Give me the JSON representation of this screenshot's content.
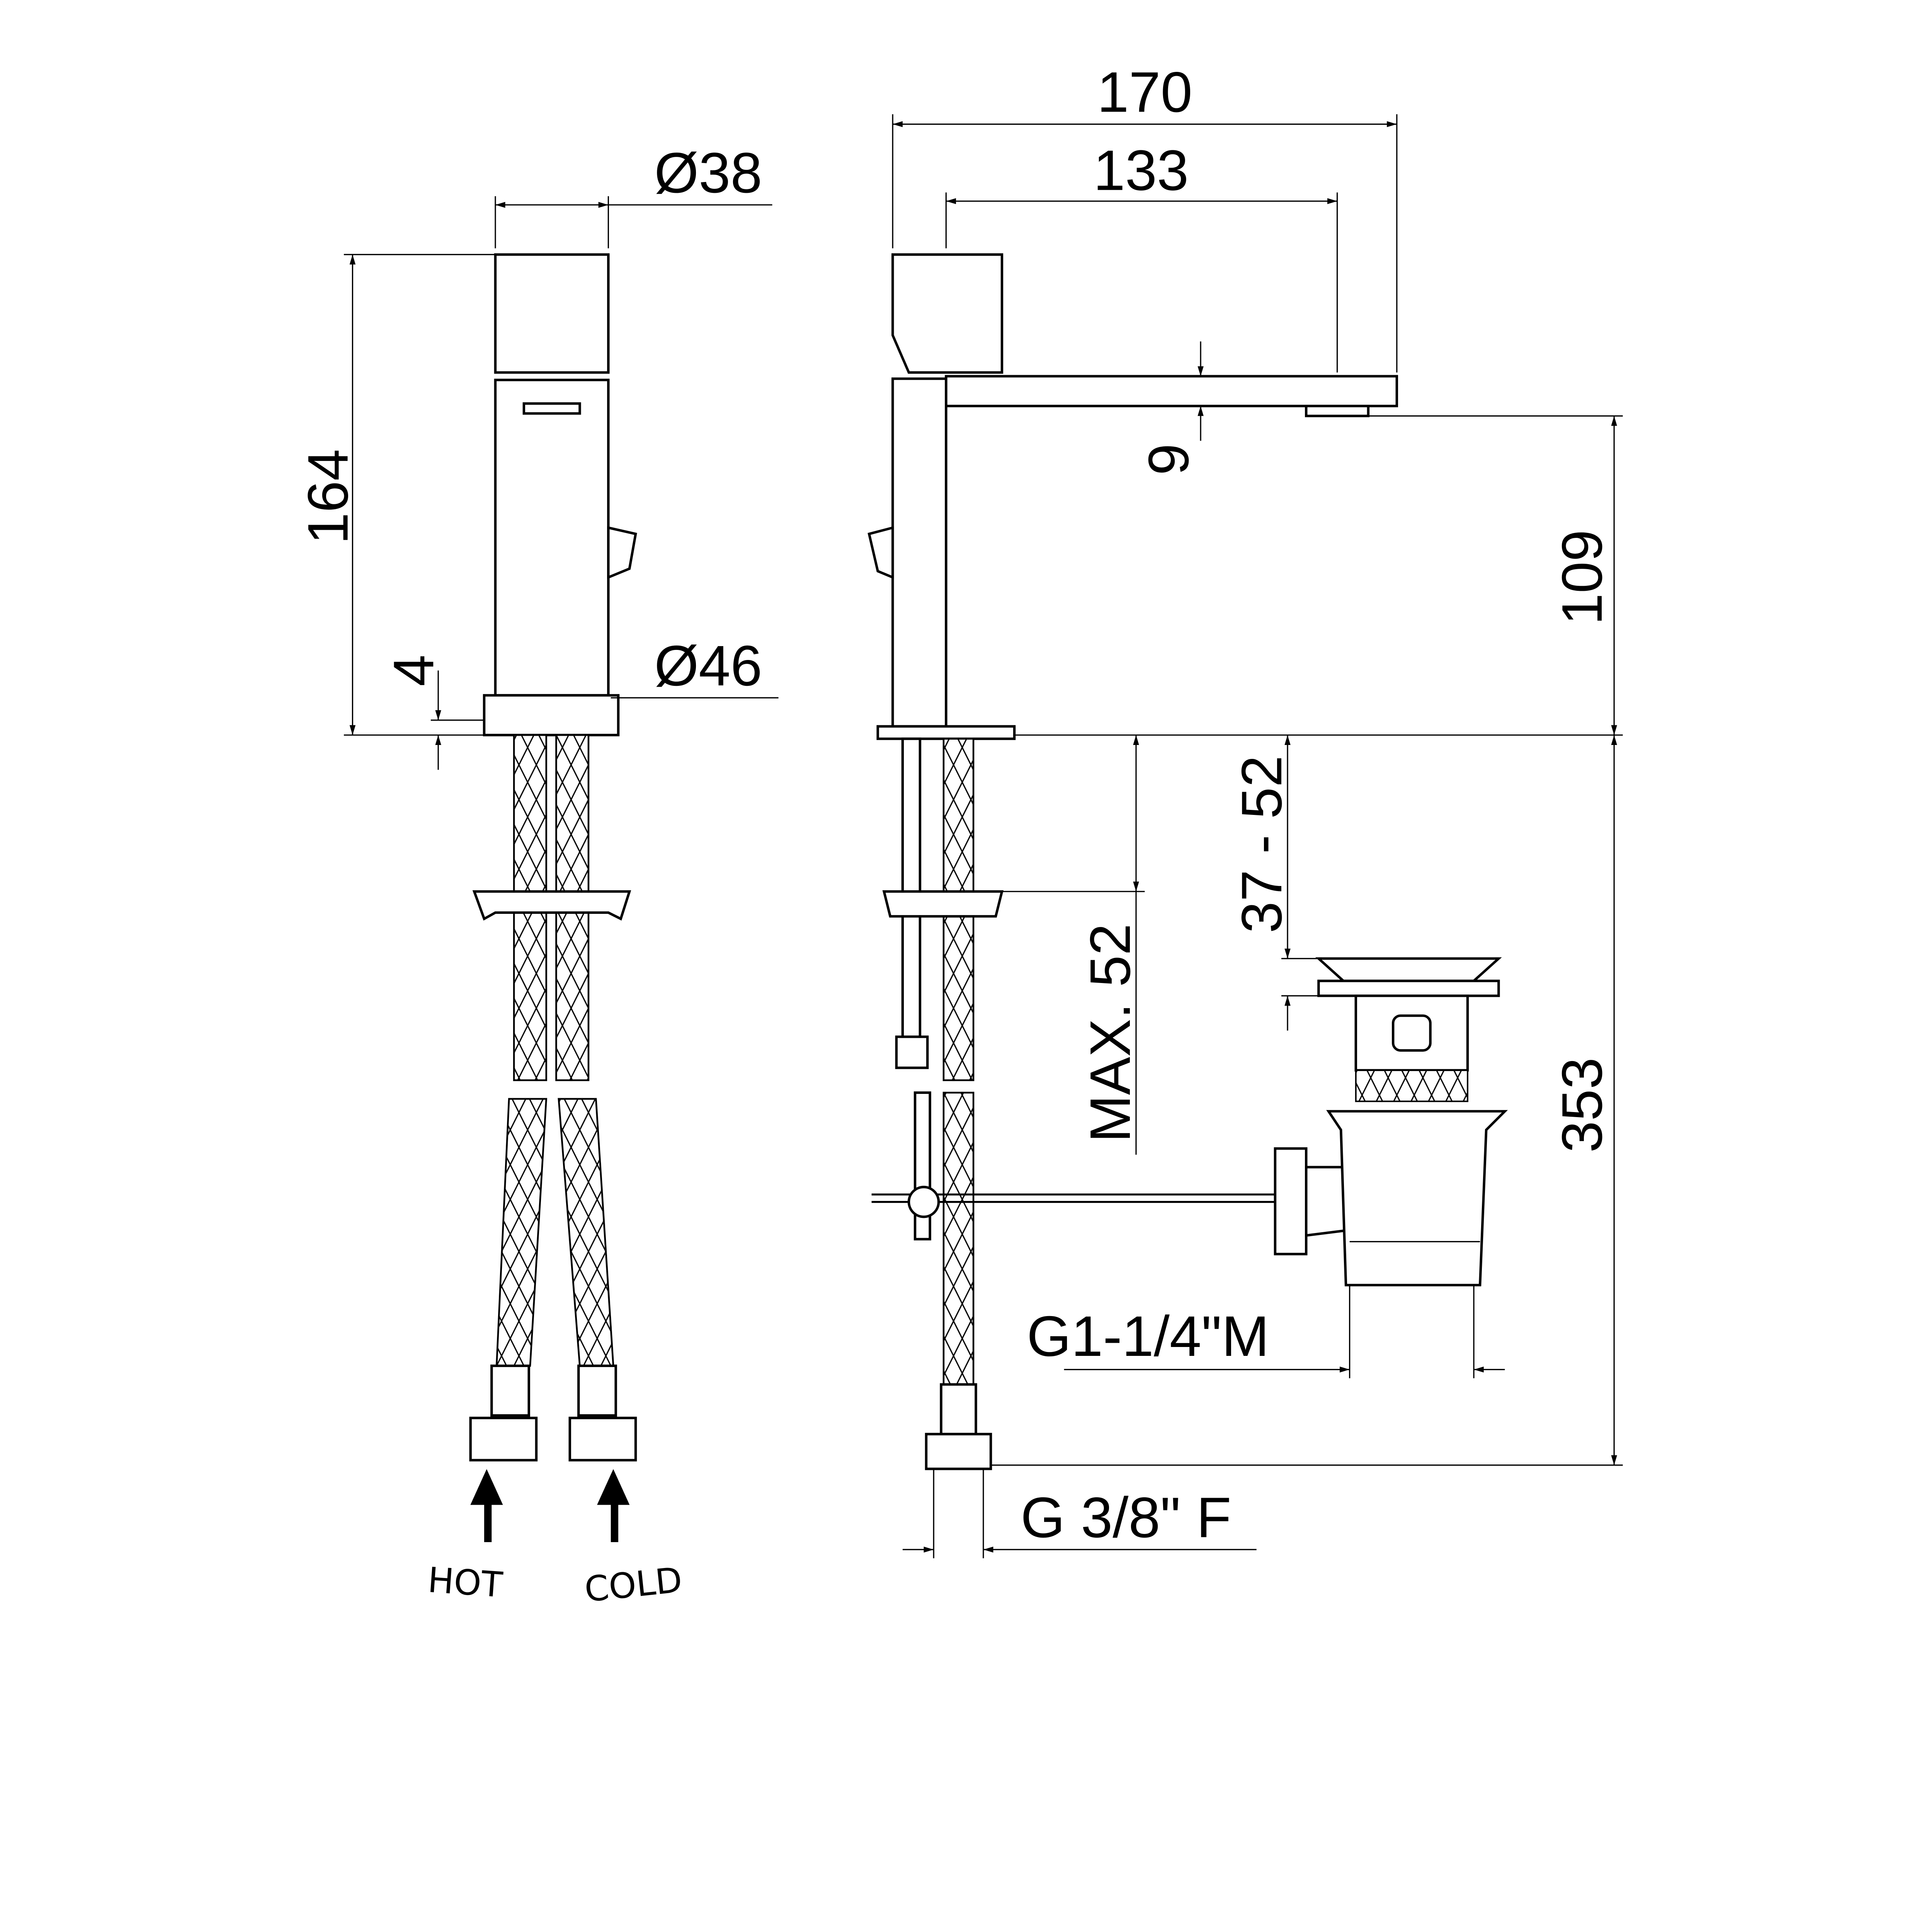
{
  "dimensions": {
    "width_total": "170",
    "spout_reach": "133",
    "handle_diameter": "Ø38",
    "total_height": "164",
    "aerator_height": "9",
    "spout_height": "109",
    "base_thickness": "4",
    "base_diameter": "Ø46",
    "drain_range": "37 - 52",
    "max_deck": "MAX. 52",
    "hose_length": "353",
    "drain_thread": "G1-1/4\"M",
    "hose_thread": "G 3/8\" F"
  },
  "labels": {
    "hot": "HOT",
    "cold": "COLD"
  },
  "colors": {
    "line": "#000000",
    "background": "#ffffff"
  }
}
